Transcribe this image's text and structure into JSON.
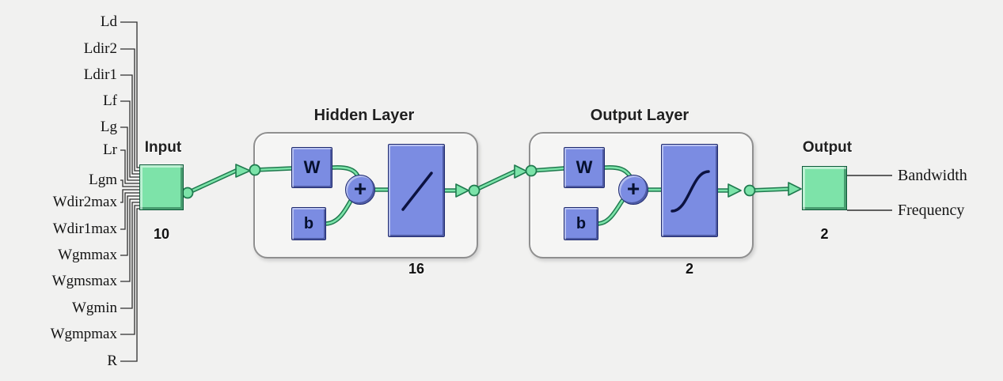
{
  "colors": {
    "background": "#f1f1f0",
    "node-green": "#7de3a9",
    "node-blue": "#7b8ce2",
    "connector-light": "#7ce3a9",
    "connector-dark": "#1f7a4e",
    "box-border": "#8f8f8f"
  },
  "input": {
    "title": "Input",
    "size_label": "10",
    "labels": [
      "Ld",
      "Ldir2",
      "Ldir1",
      "Lf",
      "Lg",
      "Lr",
      "Lgm",
      "Wdir2max",
      "Wdir1max",
      "Wgmmax",
      "Wgmsmax",
      "Wgmin",
      "Wgmpmax",
      "R"
    ]
  },
  "hidden_layer": {
    "title": "Hidden Layer",
    "weight_label": "W",
    "bias_label": "b",
    "sum_symbol": "+",
    "activation": "linear",
    "size_label": "16"
  },
  "output_layer": {
    "title": "Output Layer",
    "weight_label": "W",
    "bias_label": "b",
    "sum_symbol": "+",
    "activation": "sigmoid",
    "size_label": "2"
  },
  "output": {
    "title": "Output",
    "size_label": "2",
    "labels": [
      "Bandwidth",
      "Frequency"
    ]
  }
}
